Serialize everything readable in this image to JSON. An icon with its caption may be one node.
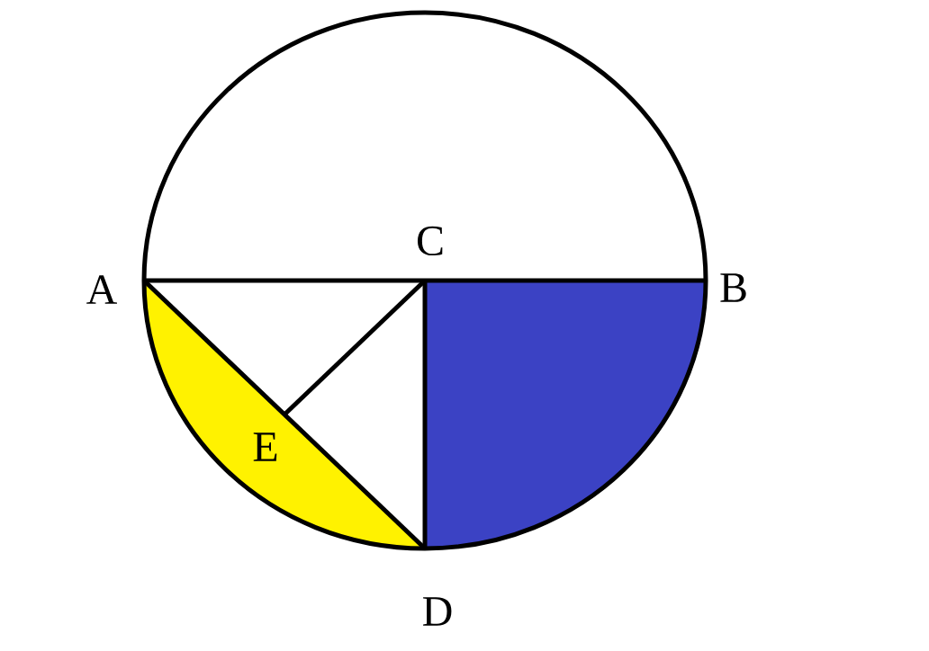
{
  "diagram": {
    "labels": [
      "C",
      "A",
      "B",
      "E",
      "D"
    ]
  }
}
